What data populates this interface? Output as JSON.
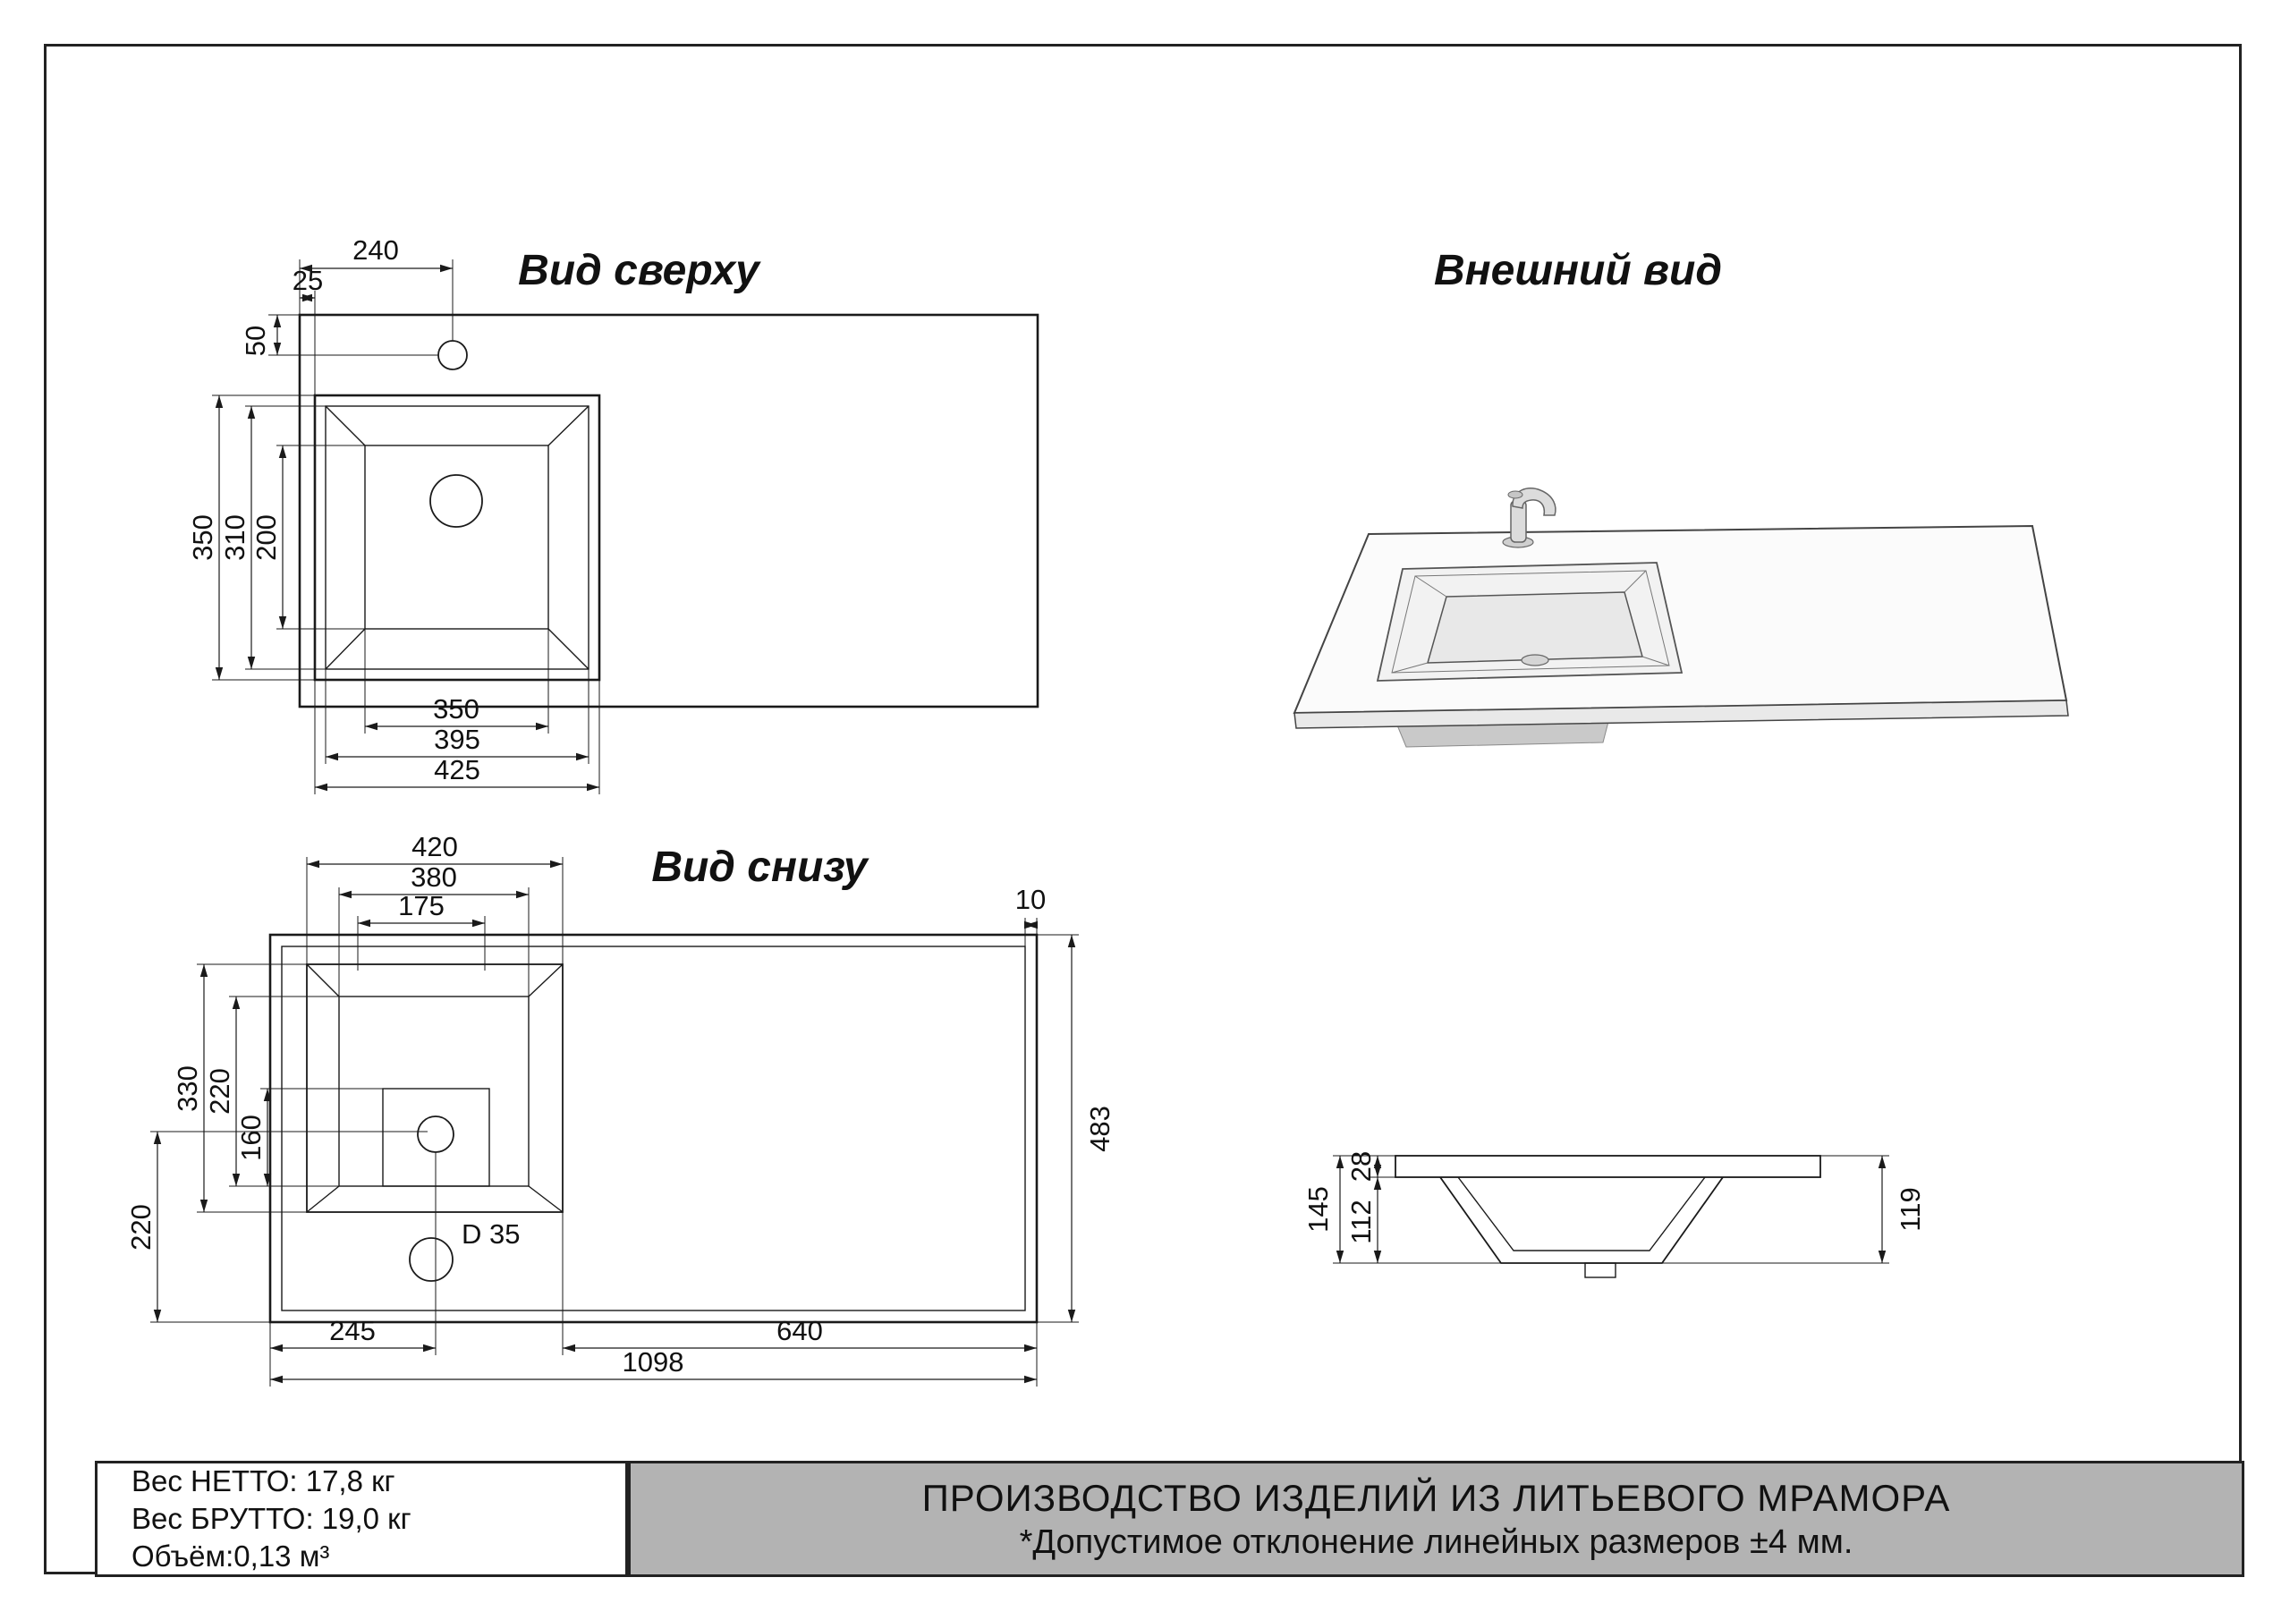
{
  "views": {
    "top_view": {
      "title": "Вид сверху",
      "dims": {
        "d240": "240",
        "d25": "25",
        "d50": "50",
        "d350v": "350",
        "d310": "310",
        "d200": "200",
        "d350b": "350",
        "d395": "395",
        "d425": "425"
      }
    },
    "external_view": {
      "title": "Внешний вид"
    },
    "bottom_view": {
      "title": "Вид снизу",
      "dims": {
        "d420": "420",
        "d380": "380",
        "d175": "175",
        "d10": "10",
        "d330": "330",
        "d220a": "220",
        "d160": "160",
        "d220b": "220",
        "d483": "483",
        "dD35": "D 35",
        "d245": "245",
        "d640": "640",
        "d1098": "1098"
      }
    },
    "section_view": {
      "dims": {
        "d28": "28",
        "d145": "145",
        "d112": "112",
        "d119": "119"
      }
    }
  },
  "footer": {
    "net_weight": "Вес НЕТТО: 17,8 кг",
    "gross_weight": "Вес БРУТТО: 19,0 кг",
    "volume": "Объём:0,13 м³",
    "production_line1": "ПРОИЗВОДСТВО ИЗДЕЛИЙ ИЗ ЛИТЬЕВОГО МРАМОРА",
    "production_line2": "*Допустимое отклонение линейных размеров ±4 мм."
  },
  "colors": {
    "line": "#1a1a1a",
    "banner_gray": "#b3b3b3",
    "surface_3d": "#fbfbfb"
  }
}
